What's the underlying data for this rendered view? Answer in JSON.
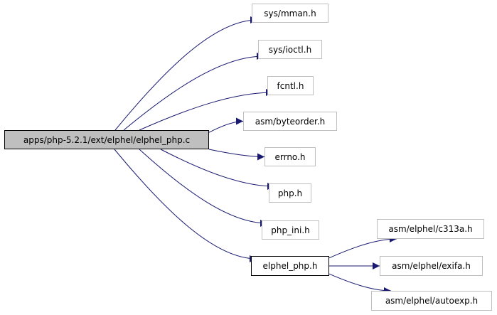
{
  "diagram": {
    "edge_color": "#191970",
    "nodes": [
      {
        "id": "root",
        "label": "apps/php-5.2.1/ext/elphel/elphel_php.c",
        "style": "root"
      },
      {
        "id": "mman",
        "label": "sys/mman.h",
        "style": "plain"
      },
      {
        "id": "ioctl",
        "label": "sys/ioctl.h",
        "style": "plain"
      },
      {
        "id": "fcntl",
        "label": "fcntl.h",
        "style": "plain"
      },
      {
        "id": "byteorder",
        "label": "asm/byteorder.h",
        "style": "plain"
      },
      {
        "id": "errno",
        "label": "errno.h",
        "style": "plain"
      },
      {
        "id": "php",
        "label": "php.h",
        "style": "plain"
      },
      {
        "id": "phpini",
        "label": "php_ini.h",
        "style": "plain"
      },
      {
        "id": "elphelphp",
        "label": "elphel_php.h",
        "style": "dark"
      },
      {
        "id": "c313a",
        "label": "asm/elphel/c313a.h",
        "style": "plain"
      },
      {
        "id": "exifa",
        "label": "asm/elphel/exifa.h",
        "style": "plain"
      },
      {
        "id": "autoexp",
        "label": "asm/elphel/autoexp.h",
        "style": "plain"
      }
    ],
    "edges": [
      {
        "from": "root",
        "to": "mman"
      },
      {
        "from": "root",
        "to": "ioctl"
      },
      {
        "from": "root",
        "to": "fcntl"
      },
      {
        "from": "root",
        "to": "byteorder"
      },
      {
        "from": "root",
        "to": "errno"
      },
      {
        "from": "root",
        "to": "php"
      },
      {
        "from": "root",
        "to": "phpini"
      },
      {
        "from": "root",
        "to": "elphelphp"
      },
      {
        "from": "elphelphp",
        "to": "c313a"
      },
      {
        "from": "elphelphp",
        "to": "exifa"
      },
      {
        "from": "elphelphp",
        "to": "autoexp"
      }
    ]
  }
}
